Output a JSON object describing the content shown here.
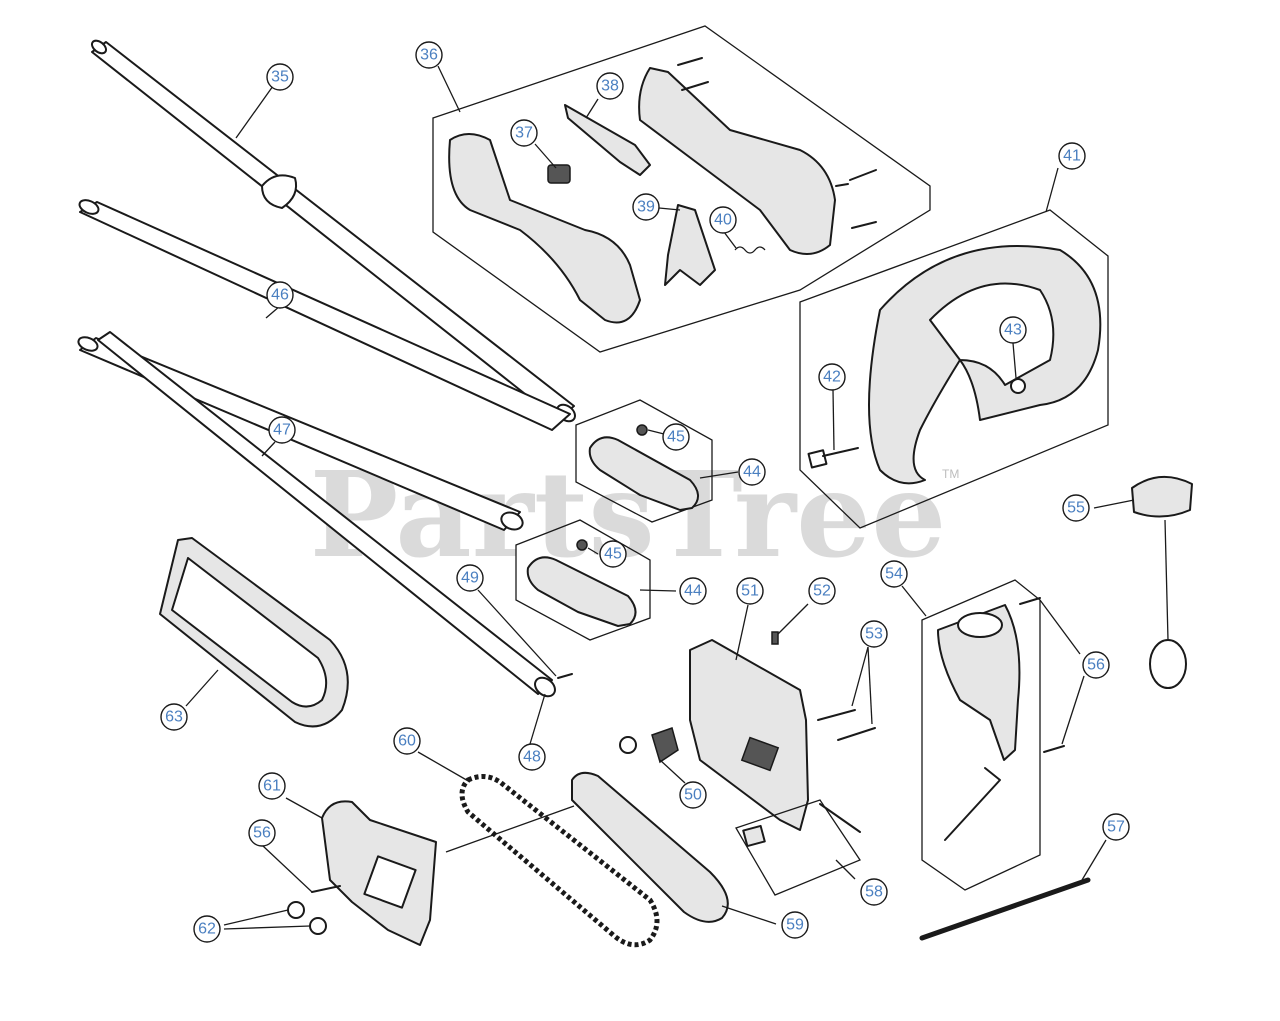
{
  "watermark": {
    "text": "PartsTree",
    "tm": "TM"
  },
  "callouts": [
    {
      "id": "c35",
      "label": "35"
    },
    {
      "id": "c36",
      "label": "36"
    },
    {
      "id": "c37",
      "label": "37"
    },
    {
      "id": "c38",
      "label": "38"
    },
    {
      "id": "c39",
      "label": "39"
    },
    {
      "id": "c40",
      "label": "40"
    },
    {
      "id": "c41",
      "label": "41"
    },
    {
      "id": "c42",
      "label": "42"
    },
    {
      "id": "c43",
      "label": "43"
    },
    {
      "id": "c44a",
      "label": "44"
    },
    {
      "id": "c44b",
      "label": "44"
    },
    {
      "id": "c45a",
      "label": "45"
    },
    {
      "id": "c45b",
      "label": "45"
    },
    {
      "id": "c46",
      "label": "46"
    },
    {
      "id": "c47",
      "label": "47"
    },
    {
      "id": "c48",
      "label": "48"
    },
    {
      "id": "c49",
      "label": "49"
    },
    {
      "id": "c50",
      "label": "50"
    },
    {
      "id": "c51",
      "label": "51"
    },
    {
      "id": "c52",
      "label": "52"
    },
    {
      "id": "c53",
      "label": "53"
    },
    {
      "id": "c54",
      "label": "54"
    },
    {
      "id": "c55",
      "label": "55"
    },
    {
      "id": "c56a",
      "label": "56"
    },
    {
      "id": "c56b",
      "label": "56"
    },
    {
      "id": "c57",
      "label": "57"
    },
    {
      "id": "c58",
      "label": "58"
    },
    {
      "id": "c59",
      "label": "59"
    },
    {
      "id": "c60",
      "label": "60"
    },
    {
      "id": "c61",
      "label": "61"
    },
    {
      "id": "c62",
      "label": "62"
    },
    {
      "id": "c63",
      "label": "63"
    }
  ]
}
